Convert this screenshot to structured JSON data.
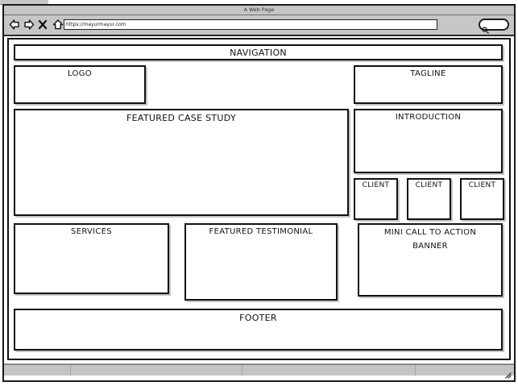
{
  "window": {
    "title": "A Web Page"
  },
  "toolbar": {
    "back_icon": "back-arrow-icon",
    "forward_icon": "forward-arrow-icon",
    "stop_icon": "close-x-icon",
    "home_icon": "home-icon",
    "url_value": "https://mayurmayur.com",
    "url_placeholder": "https://",
    "search_icon": "magnifier-icon",
    "search_value": ""
  },
  "wireframe": {
    "navigation": "NAVIGATION",
    "logo": "LOGO",
    "tagline": "TAGLINE",
    "featured_case_study": "FEATURED CASE STUDY",
    "introduction": "INTRODUCTION",
    "clients": [
      "CLIENT",
      "CLIENT",
      "CLIENT"
    ],
    "services": "SERVICES",
    "featured_testimonial": "FEATURED TESTIMONIAL",
    "mini_cta_line1": "MINI CALL TO ACTION",
    "mini_cta_line2": "BANNER",
    "footer": "FOOTER"
  },
  "statusbar": {
    "text": "",
    "grip_icon": "resize-grip-icon"
  },
  "colors": {
    "chrome": "#c6c6c6",
    "ink": "#111111",
    "page": "#ffffff",
    "status": "#c4c4c4"
  }
}
